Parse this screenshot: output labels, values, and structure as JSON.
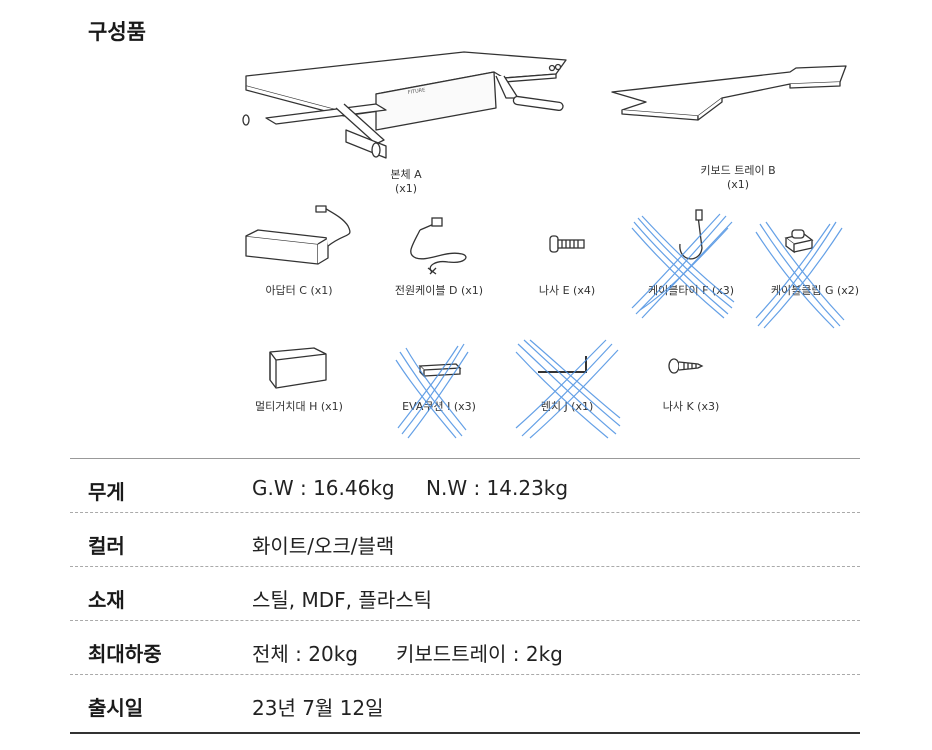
{
  "section_title": "구성품",
  "components": [
    {
      "label": "본체 A",
      "qty": "(x1)"
    },
    {
      "label": "키보드 트레이 B",
      "qty": "(x1)"
    },
    {
      "label": "아답터 C (x1)"
    },
    {
      "label": "전원케이블 D (x1)"
    },
    {
      "label": "나사 E (x4)"
    },
    {
      "label": "케이블타이 F (x3)"
    },
    {
      "label": "케이블클립 G (x2)"
    },
    {
      "label": "멀티거치대 H (x1)"
    },
    {
      "label": "EVA쿠션 I (x3)"
    },
    {
      "label": "렌치 J (x1)"
    },
    {
      "label": "나사 K (x3)"
    }
  ],
  "desk_brand": "FITURE",
  "specs": {
    "weight": {
      "label": "무게",
      "gross": "G.W : 16.46kg",
      "net": "N.W : 14.23kg"
    },
    "color": {
      "label": "컬러",
      "value": "화이트/오크/블랙"
    },
    "material": {
      "label": "소재",
      "value": "스틸, MDF, 플라스틱"
    },
    "max_load": {
      "label": "최대하중",
      "total": "전체 : 20kg",
      "tray": "키보드트레이 : 2kg"
    },
    "release": {
      "label": "출시일",
      "value": "23년 7월 12일"
    }
  },
  "colors": {
    "cross_out": "#4a90e2",
    "line_art": "#333333"
  }
}
